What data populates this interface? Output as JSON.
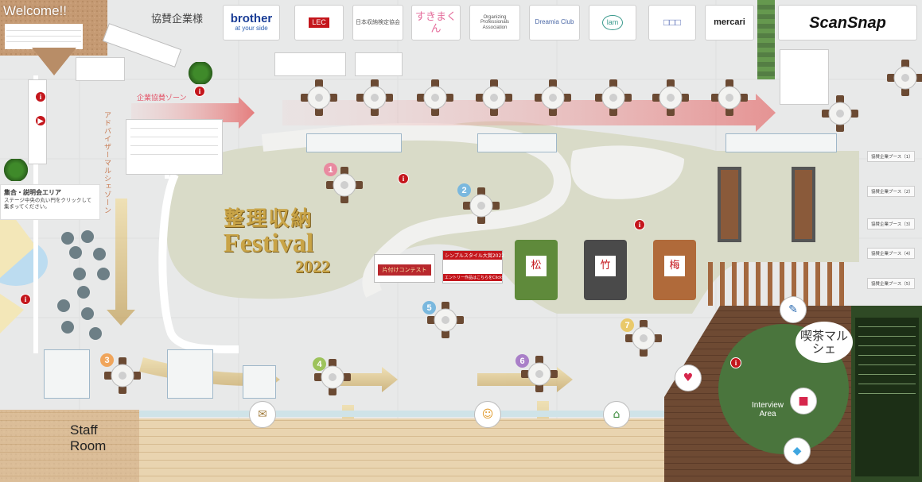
{
  "welcome": {
    "title": "Welcome!!"
  },
  "sponsor_header": "協賛企業様",
  "sponsors": [
    {
      "name": "brother",
      "tagline": "at your side"
    },
    {
      "name": "LEC"
    },
    {
      "name": "日本収納検定協会"
    },
    {
      "name": "すきまくん"
    },
    {
      "name": "Organizing Professionals Association"
    },
    {
      "name": "Dreamia Club"
    },
    {
      "name": "lam"
    },
    {
      "name": "□□□"
    },
    {
      "name": "mercari"
    },
    {
      "name": "ScanSnap"
    }
  ],
  "zones": {
    "corporate": "企業協賛ゾーン",
    "advisor": "アドバイザーマルシェゾーン",
    "briefing_title": "集合・説明会エリア",
    "briefing_text": "ステージ中央の丸い円をクリックして集まってください。"
  },
  "event_logo": {
    "line1": "整理収納",
    "line2": "Festival",
    "year": "2022"
  },
  "contest": {
    "title": "シンプルスタイル大賞2022",
    "entry": "エントリー作品はこちらをClick!",
    "panel": "片付けコンテスト"
  },
  "booth_numbers": [
    "1",
    "2",
    "3",
    "4",
    "5",
    "6",
    "7"
  ],
  "rooms": {
    "staff": "Staff Room",
    "cafe": "喫茶マルシェ",
    "interview": "Interview Area"
  },
  "kotatsu": [
    "松",
    "竹",
    "梅"
  ],
  "side_list": [
    "協賛企業ブース（1）",
    "協賛企業ブース（2）",
    "協賛企業ブース（3）",
    "協賛企業ブース（4）",
    "協賛企業ブース（5）"
  ],
  "colors": {
    "accent": "#e3566a",
    "gold": "#c9a447",
    "mat": "#d9dbc9",
    "wood": "#6b4a33"
  }
}
